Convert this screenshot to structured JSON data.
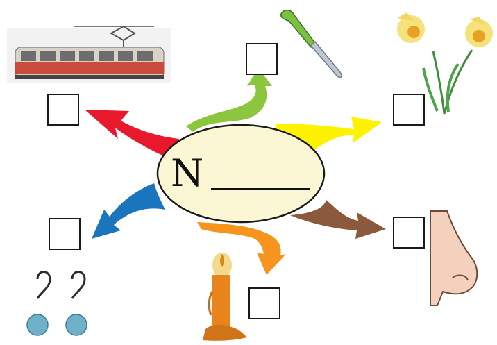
{
  "worksheet": {
    "center_letter": "N",
    "blank": "______",
    "pictures": [
      {
        "name": "tram",
        "icon": "tram-icon"
      },
      {
        "name": "knife",
        "icon": "knife-icon"
      },
      {
        "name": "daffodils",
        "icon": "daffodil-icon"
      },
      {
        "name": "nose",
        "icon": "nose-icon"
      },
      {
        "name": "candle",
        "icon": "candle-icon"
      },
      {
        "name": "earrings",
        "icon": "earrings-icon"
      }
    ],
    "colors": {
      "oval_fill": "#fbf7d4",
      "oval_stroke": "#1a1a1a",
      "red_arrow": "#e8192c",
      "green_arrow": "#8cc63f",
      "yellow_arrow": "#fff200",
      "brown_arrow": "#8b5a3c",
      "orange_arrow": "#f7941d",
      "blue_arrow": "#1b75bc"
    }
  }
}
